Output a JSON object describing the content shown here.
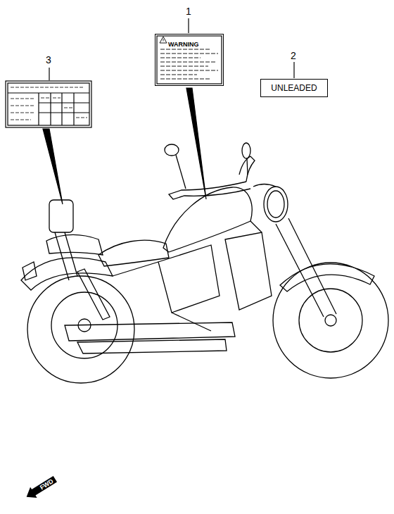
{
  "diagram": {
    "nodes": [
      {
        "text": [
          "WARNING"
        ]
      },
      {
        "text": [
          "UNLEADED"
        ]
      },
      {
        "text": [
          "FWD"
        ]
      }
    ],
    "labels": [
      "1",
      "2",
      "3"
    ]
  }
}
